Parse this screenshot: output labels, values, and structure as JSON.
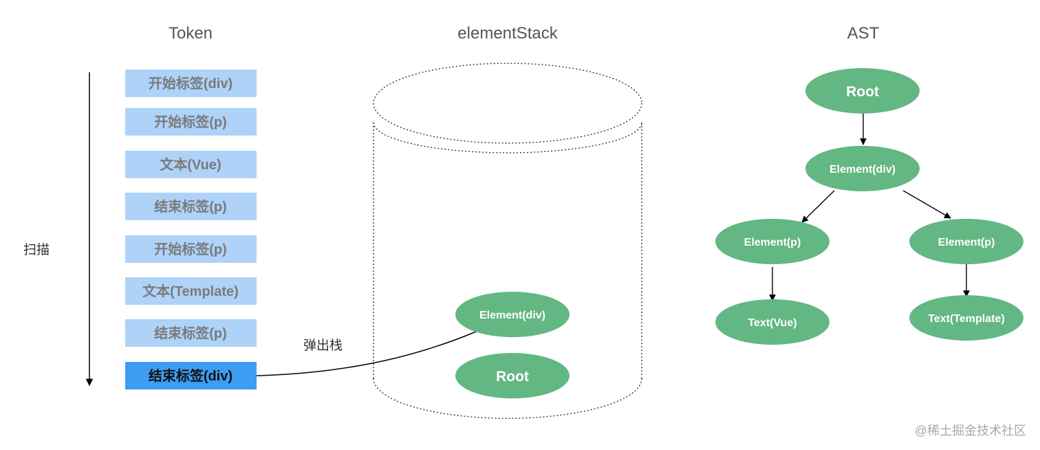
{
  "headings": {
    "token": "Token",
    "stack": "elementStack",
    "ast": "AST"
  },
  "scan_label": "扫描",
  "pop_label": "弹出栈",
  "tokens": [
    {
      "label": "开始标签(div)",
      "active": false
    },
    {
      "label": "开始标签(p)",
      "active": false
    },
    {
      "label": "文本(Vue)",
      "active": false
    },
    {
      "label": "结束标签(p)",
      "active": false
    },
    {
      "label": "开始标签(p)",
      "active": false
    },
    {
      "label": "文本(Template)",
      "active": false
    },
    {
      "label": "结束标签(p)",
      "active": false
    },
    {
      "label": "结束标签(div)",
      "active": true
    }
  ],
  "stack_items": {
    "top": "Element(div)",
    "bottom": "Root"
  },
  "ast": {
    "root": "Root",
    "div": "Element(div)",
    "p_left": "Element(p)",
    "p_right": "Element(p)",
    "text_left": "Text(Vue)",
    "text_right": "Text(Template)"
  },
  "watermark": "@稀土掘金技术社区",
  "colors": {
    "token_fill": "#aed2f8",
    "token_active_fill": "#3d9df3",
    "node_fill": "#63b782",
    "line": "#000000"
  }
}
